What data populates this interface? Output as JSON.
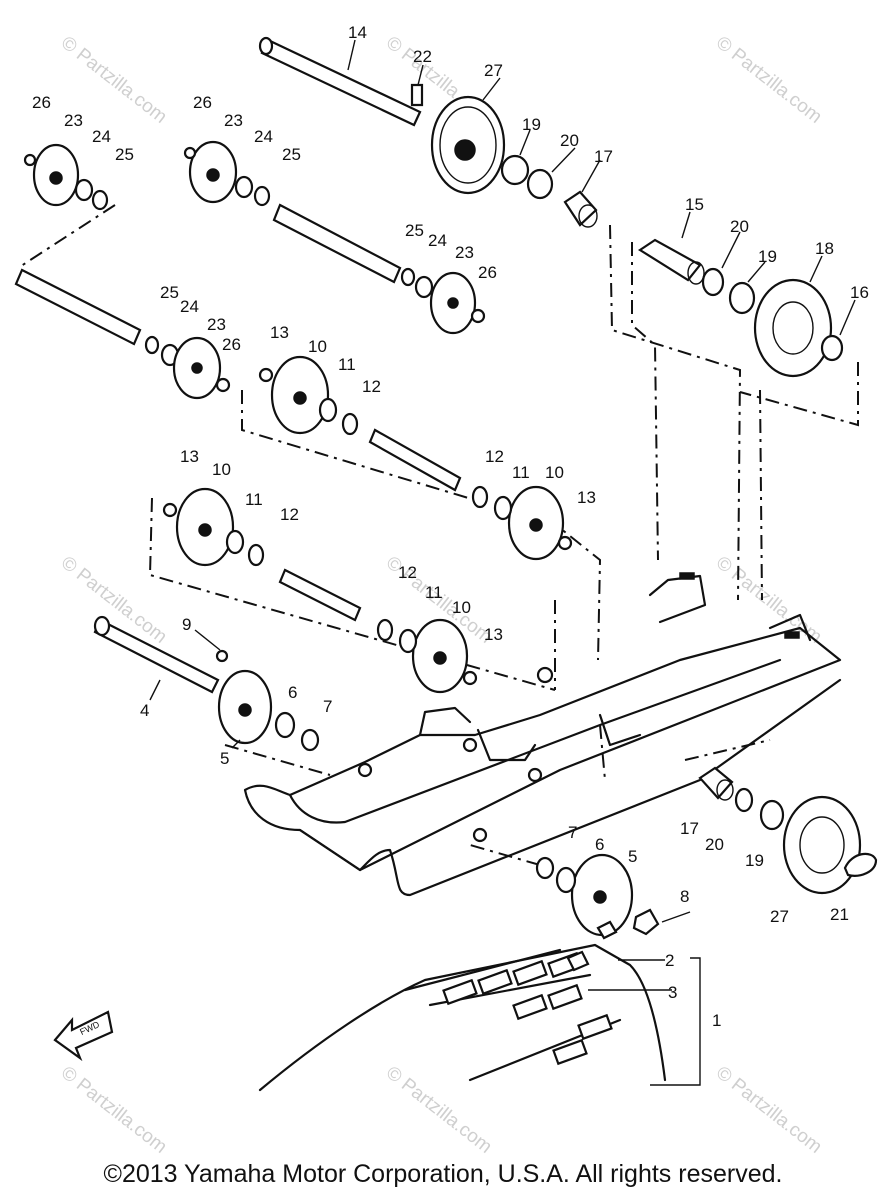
{
  "copyright": "©2013 Yamaha Motor Corporation, U.S.A. All rights reserved.",
  "watermark": "© Partzilla.com",
  "fwd_arrow_label": "FWD",
  "callouts": {
    "c1": "1",
    "c2": "2",
    "c3": "3",
    "c4": "4",
    "c5a": "5",
    "c5b": "5",
    "c6a": "6",
    "c6b": "6",
    "c7a": "7",
    "c7b": "7",
    "c8": "8",
    "c9": "9",
    "c10a": "10",
    "c10b": "10",
    "c10c": "10",
    "c10d": "10",
    "c11a": "11",
    "c11b": "11",
    "c11c": "11",
    "c11d": "11",
    "c12a": "12",
    "c12b": "12",
    "c12c": "12",
    "c12d": "12",
    "c13a": "13",
    "c13b": "13",
    "c13c": "13",
    "c13d": "13",
    "c14": "14",
    "c15": "15",
    "c16": "16",
    "c17a": "17",
    "c17b": "17",
    "c18": "18",
    "c19a": "19",
    "c19b": "19",
    "c19c": "19",
    "c20a": "20",
    "c20b": "20",
    "c20c": "20",
    "c21": "21",
    "c22": "22",
    "c23a": "23",
    "c23b": "23",
    "c23c": "23",
    "c23d": "23",
    "c24a": "24",
    "c24b": "24",
    "c24c": "24",
    "c24d": "24",
    "c25a": "25",
    "c25b": "25",
    "c25c": "25",
    "c25d": "25",
    "c26a": "26",
    "c26b": "26",
    "c26c": "26",
    "c26d": "26",
    "c27a": "27",
    "c27b": "27"
  }
}
